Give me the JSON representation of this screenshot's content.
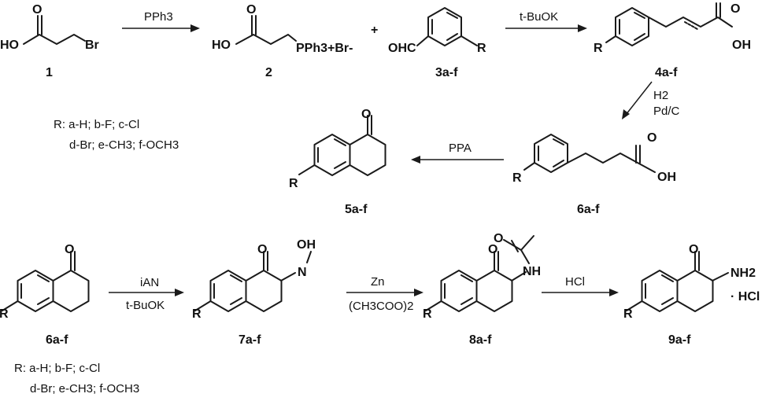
{
  "arrows": {
    "a1": {
      "reagent": "PPh3"
    },
    "a2": {
      "reagent": "t-BuOK"
    },
    "a3": {
      "reagent1": "H2",
      "reagent2": "Pd/C"
    },
    "a4": {
      "reagent": "PPA"
    },
    "a5": {
      "reagent1": "iAN",
      "reagent2": "t-BuOK"
    },
    "a6": {
      "reagent1": "Zn",
      "reagent2": "(CH3COO)2"
    },
    "a7": {
      "reagent": "HCl"
    }
  },
  "plus_sign": "+",
  "compounds": [
    "1",
    "2",
    "3a-f",
    "4a-f",
    "5a-f",
    "6a-f",
    "6a-f",
    "7a-f",
    "8a-f",
    "9a-f"
  ],
  "atoms": {
    "HO": "HO",
    "OH": "OH",
    "O": "O",
    "Br": "Br",
    "R": "R",
    "OHC": "OHC",
    "PPh3Br": "PPh3+Br-",
    "NH": "NH",
    "NH2": "NH2",
    "N": "N",
    "HCl_salt": "· HCl"
  },
  "substituents": {
    "line1": "R: a-H; b-F; c-Cl",
    "line2": "d-Br; e-CH3; f-OCH3"
  }
}
